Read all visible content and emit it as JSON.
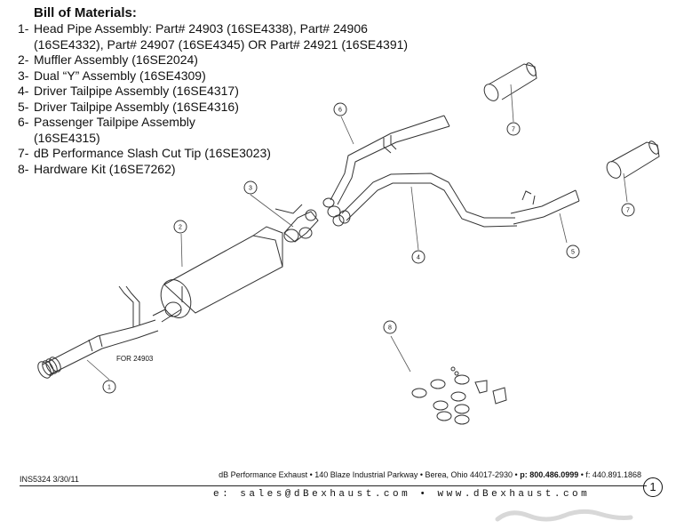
{
  "bom": {
    "title": "Bill of Materials:",
    "items": [
      {
        "num": "1-",
        "text": "Head Pipe Assembly: Part# 24903 (16SE4338), Part# 24906",
        "cont": "(16SE4332), Part# 24907 (16SE4345) OR Part# 24921 (16SE4391)"
      },
      {
        "num": "2-",
        "text": "Muffler Assembly (16SE2024)"
      },
      {
        "num": "3-",
        "text": "Dual “Y” Assembly (16SE4309)"
      },
      {
        "num": "4-",
        "text": "Driver Tailpipe Assembly (16SE4317)"
      },
      {
        "num": "5-",
        "text": "Driver Tailpipe Assembly (16SE4316)"
      },
      {
        "num": "6-",
        "text": "Passenger Tailpipe Assembly",
        "cont": "(16SE4315)"
      },
      {
        "num": "7-",
        "text": "dB Performance Slash Cut Tip (16SE3023)"
      },
      {
        "num": "8-",
        "text": "Hardware Kit (16SE7262)"
      }
    ]
  },
  "diagram": {
    "callouts": [
      "1",
      "2",
      "3",
      "4",
      "5",
      "6",
      "7",
      "7",
      "8"
    ],
    "note": "FOR 24903"
  },
  "footer": {
    "doc_code": "INS5324 3/30/11",
    "address": "dB Performance Exhaust • 140 Blaze Industrial Parkway • Berea, Ohio 44017-2930 • ",
    "phone_prefix": "p:",
    "phone": "800.486.0999",
    "fax": " • f: 440.891.1868",
    "web": "e: sales@dBexhaust.com  •  www.dBexhaust.com",
    "page_number": "1"
  },
  "colors": {
    "ink": "#111111",
    "line": "#333333",
    "watermark": "#d8d8d8"
  }
}
